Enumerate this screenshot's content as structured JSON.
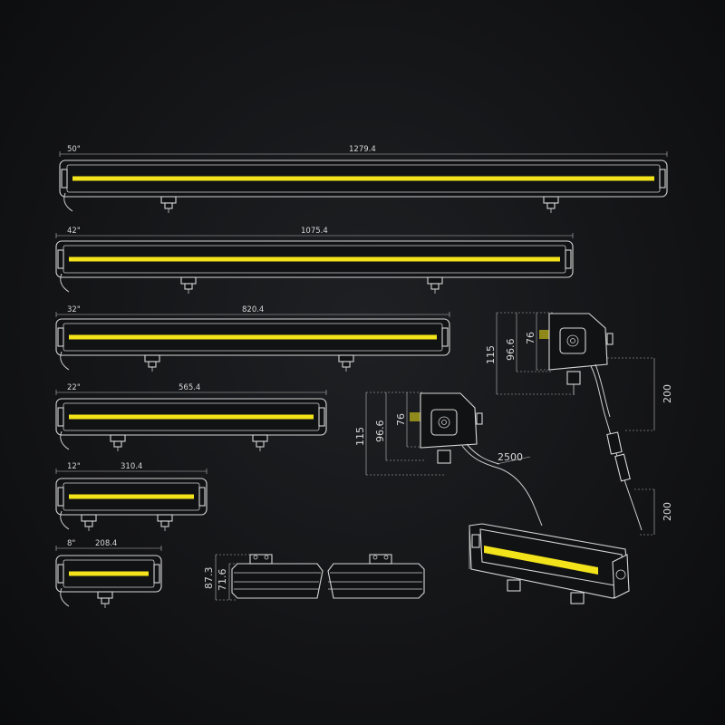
{
  "light_bars": [
    {
      "size": "50\"",
      "length": "1279.4"
    },
    {
      "size": "42\"",
      "length": "1075.4"
    },
    {
      "size": "32\"",
      "length": "820.4"
    },
    {
      "size": "22\"",
      "length": "565.4"
    },
    {
      "size": "12\"",
      "length": "310.4"
    },
    {
      "size": "8\"",
      "length": "208.4"
    }
  ],
  "side_view": {
    "overall_height": "87.3",
    "body_height": "71.6"
  },
  "end_view_upper": {
    "total_height": "115",
    "mid_height": "96.6",
    "lens_height": "76",
    "cable_segment_1": "200",
    "cable_segment_2": "200"
  },
  "end_view_lower": {
    "total_height": "115",
    "mid_height": "96.6",
    "lens_height": "76",
    "cable_length": "2500"
  },
  "colors": {
    "beam": "#f2e31a",
    "background": "#141517",
    "line": "#d6d6d6"
  }
}
